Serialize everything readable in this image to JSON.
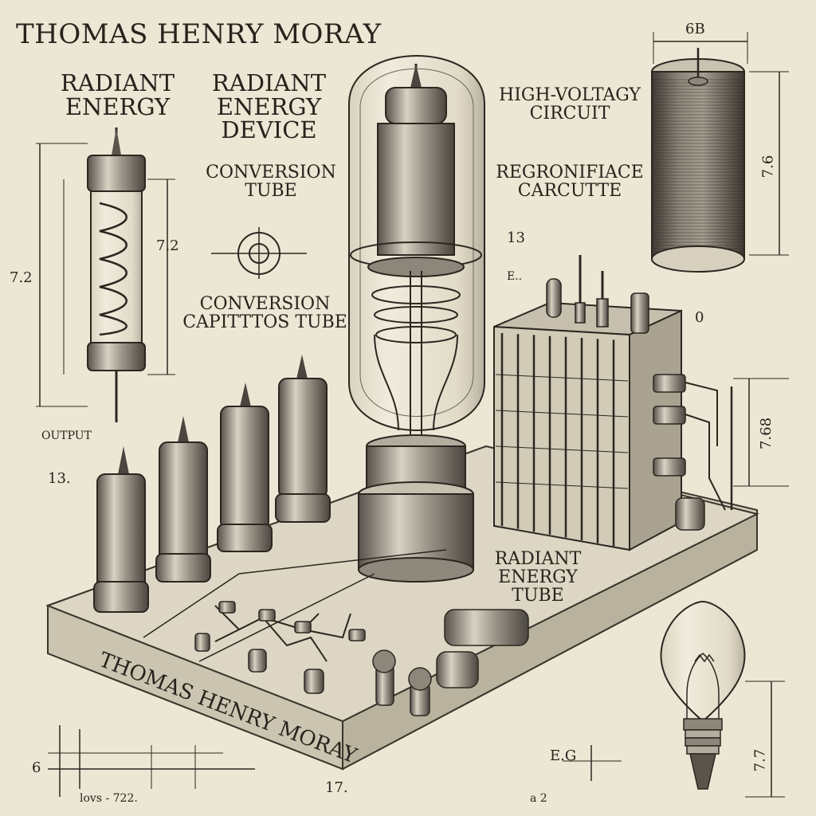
{
  "title": "THOMAS HENRY MORAY",
  "labels": {
    "radiant_energy": "RADIANT ENERGY",
    "radiant_energy_device": "RADIANT ENERGY DEVICE",
    "conversion_tube": "CONVERSION TUBE",
    "conversion_capittos_tube": "CONVERSION CAPITTTOS TUBE",
    "high_voltagy_circuit": "HIGH-VOLTAGY CIRCUIT",
    "regronifiace_carcutte": "REGRONIFIACE CARCUTTE",
    "output": "OUTPUT",
    "radiant_energy_tube": "RADIANT ENERGY TUBE",
    "base_engraving": "THOMAS HENRY MORAY",
    "eg": "E.G"
  },
  "dimensions": {
    "left_side": "7.2",
    "left_inner": "7.2",
    "coil_top": "6B",
    "coil_side": "7.6",
    "right_side": "7.68",
    "bulb_side": "7.7",
    "marker_13_mid": "13",
    "marker_e": "E..",
    "marker_13_left": "13.",
    "marker_0": "0",
    "bottom_17": "17.",
    "bottom_6": "6",
    "bottom_formula": "lovs - 722.",
    "bottom_a2": "a 2"
  },
  "colors": {
    "paper": "#ece6d4",
    "ink": "#2b2720",
    "metal_dark": "#5a544a",
    "metal_light": "#d9d3c4"
  }
}
